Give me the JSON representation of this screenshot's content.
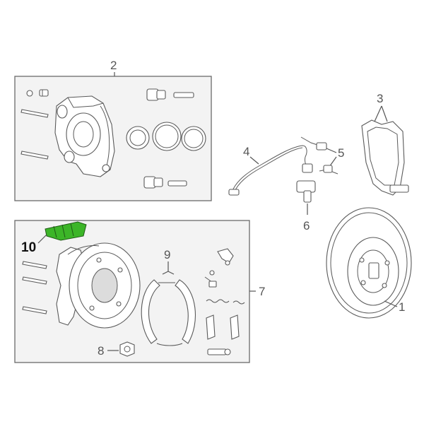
{
  "callouts": {
    "c1": "1",
    "c2": "2",
    "c3": "3",
    "c4": "4",
    "c5": "5",
    "c6": "6",
    "c7": "7",
    "c8": "8",
    "c9": "9",
    "c10": "10"
  },
  "colors": {
    "highlight": "#3cb528",
    "box_fill": "#f3f3f3",
    "line": "#5a5a5a"
  },
  "highlighted_part": "10"
}
